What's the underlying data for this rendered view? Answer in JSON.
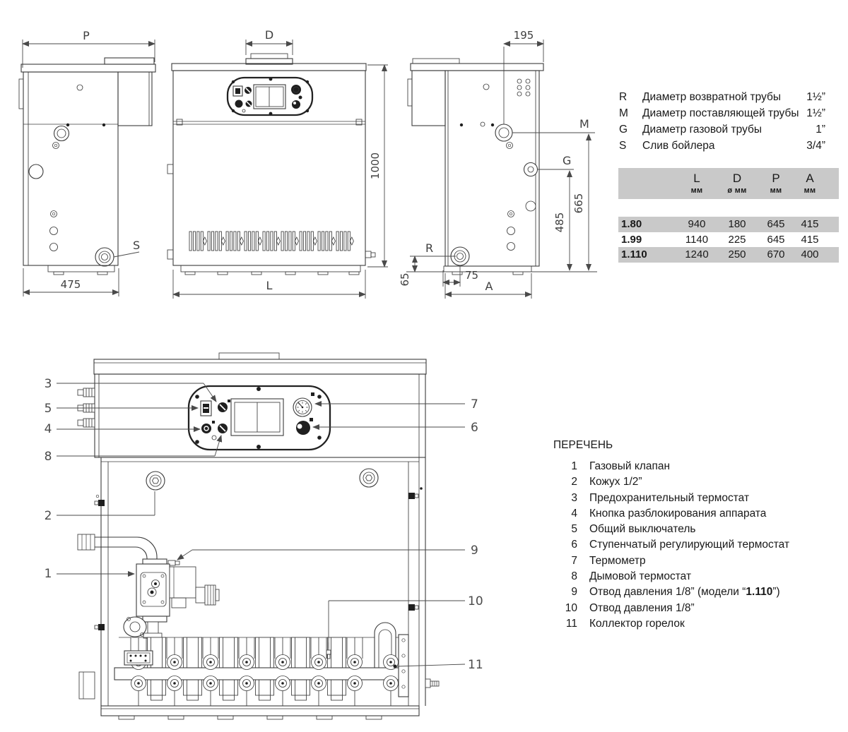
{
  "legend": {
    "rows": [
      {
        "key": "R",
        "label": "Диаметр возвратной трубы",
        "value": "1½”"
      },
      {
        "key": "M",
        "label": "Диаметр поставляющей трубы",
        "value": "1½”"
      },
      {
        "key": "G",
        "label": "Диаметр газовой трубы",
        "value": "1”"
      },
      {
        "key": "S",
        "label": "Слив бойлера",
        "value": "3/4”"
      }
    ]
  },
  "table": {
    "columns": [
      {
        "letter": "L",
        "unit": "мм"
      },
      {
        "letter": "D",
        "unit": "ø мм"
      },
      {
        "letter": "P",
        "unit": "мм"
      },
      {
        "letter": "A",
        "unit": "мм"
      }
    ],
    "rows": [
      {
        "model": "1.80",
        "l": "940",
        "d": "180",
        "p": "645",
        "a": "415"
      },
      {
        "model": "1.99",
        "l": "1140",
        "d": "225",
        "p": "645",
        "a": "415"
      },
      {
        "model": "1.110",
        "l": "1240",
        "d": "250",
        "p": "670",
        "a": "400"
      }
    ]
  },
  "parts": {
    "title": "ПЕРЕЧЕНЬ",
    "items": [
      {
        "num": "1",
        "text": "Газовый клапан"
      },
      {
        "num": "2",
        "text": "Кожух 1/2”"
      },
      {
        "num": "3",
        "text": "Предохранительный термостат"
      },
      {
        "num": "4",
        "text": "Кнопка разблокирования аппарата"
      },
      {
        "num": "5",
        "text": "Общий выключатель"
      },
      {
        "num": "6",
        "text": "Ступенчатый регулирующий термостат"
      },
      {
        "num": "7",
        "text": "Термометр"
      },
      {
        "num": "8",
        "text": "Дымовой термостат"
      },
      {
        "num": "9",
        "text": "Отвод давления 1/8” (модели “",
        "bold": "1.110",
        "suffix": "”)"
      },
      {
        "num": "10",
        "text": "Отвод давления 1/8”"
      },
      {
        "num": "11",
        "text": "Коллектор горелок"
      }
    ]
  },
  "drawing": {
    "side_left": {
      "dim_width": "P",
      "dim_base": "475",
      "drain": "S"
    },
    "front": {
      "dim_flue": "D",
      "dim_height": "1000",
      "dim_width": "L"
    },
    "side_right": {
      "dim_top": "195",
      "supply": "M",
      "gas": "G",
      "return": "R",
      "h_supply": "665",
      "h_gas": "485",
      "h_return": "65",
      "x_return": "75",
      "depth": "A"
    },
    "callouts": {
      "c1": "1",
      "c2": "2",
      "c3": "3",
      "c4": "4",
      "c5": "5",
      "c6": "6",
      "c7": "7",
      "c8": "8",
      "c9": "9",
      "c10": "10",
      "c11": "11"
    }
  },
  "colors": {
    "line": "#3b3b3b",
    "table_band": "#c9c9c9",
    "text": "#191919"
  }
}
